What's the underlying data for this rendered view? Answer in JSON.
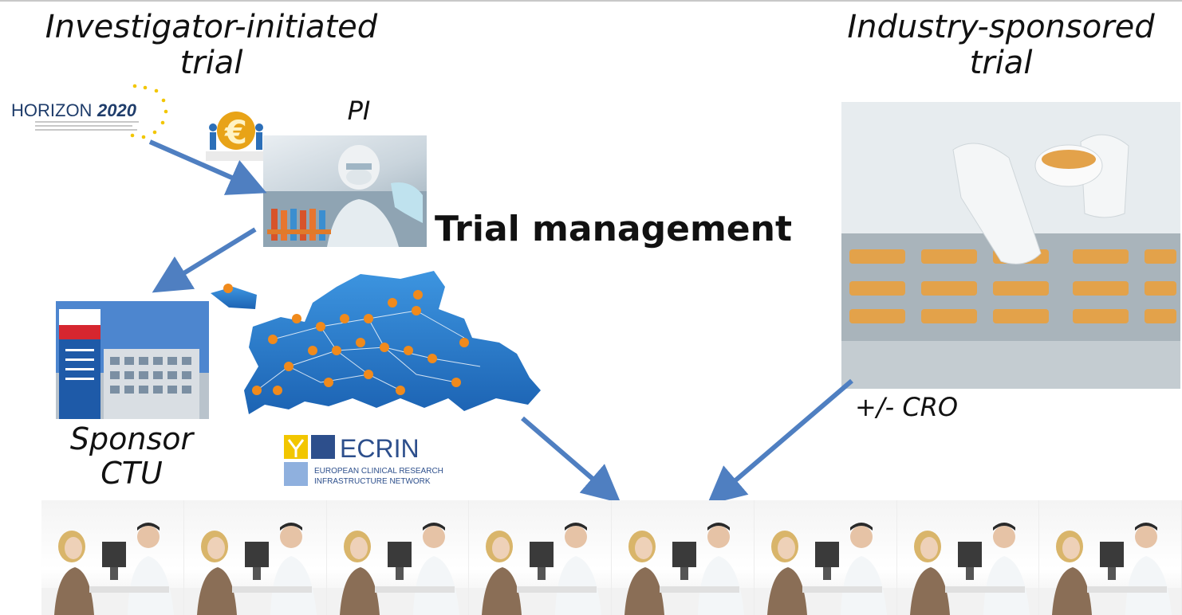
{
  "labels": {
    "investigator": "Investigator-initiated\ntrial",
    "industry": "Industry-sponsored\ntrial",
    "pi": "PI",
    "center": "Trial management",
    "cro": "+/- CRO",
    "sponsor": "Sponsor\nCTU"
  },
  "logos": {
    "horizon_word": "HORIZON",
    "horizon_year": "2020",
    "ecrin_name": "ECRIN",
    "ecrin_line1": "EUROPEAN CLINICAL RESEARCH",
    "ecrin_line2": "INFRASTRUCTURE NETWORK"
  },
  "icons": {
    "euro": "euro-icon",
    "horizon": "horizon-2020-logo",
    "ecrin": "ecrin-logo",
    "map": "europe-network-map"
  },
  "colors": {
    "arrow": "#4f7fc1",
    "map_blue": "#2f86d6",
    "pin_orange": "#f08a1c",
    "euro_gold": "#e8a317",
    "text": "#111111"
  },
  "bottom_strip": {
    "panel_count": 8,
    "icon": "doctor-patient-consultation-photo"
  }
}
